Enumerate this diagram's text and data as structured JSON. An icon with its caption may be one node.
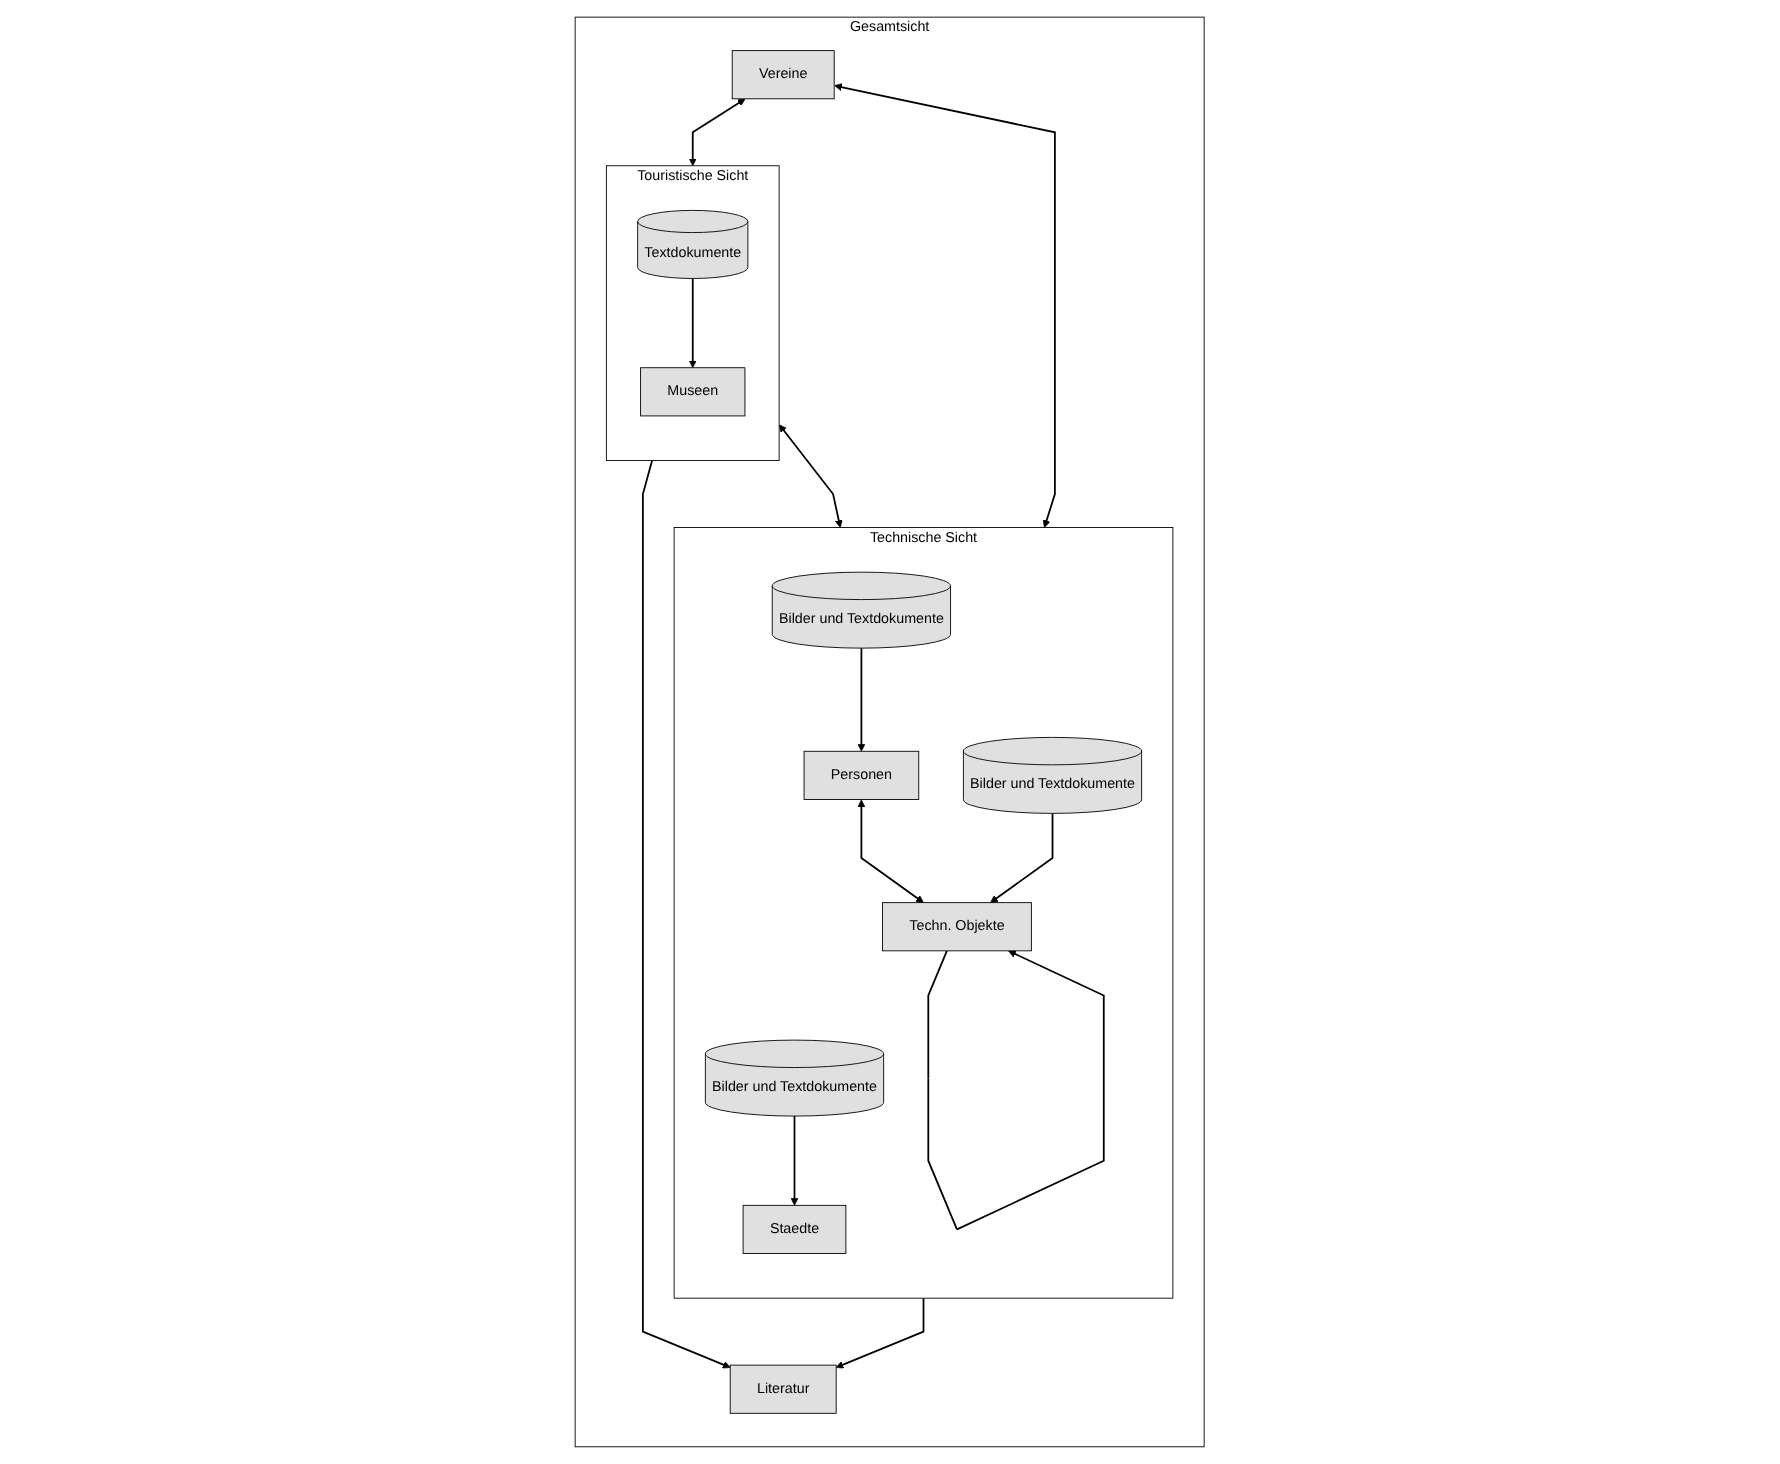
{
  "diagram": {
    "nodes": [
      {
        "text": [
          "Gesamtsicht"
        ]
      },
      {
        "text": [
          "Touristische Sicht"
        ],
        "in": 0
      },
      {
        "text": [
          "Museen"
        ],
        "in": 1
      },
      {
        "text": [
          "Textdokumente"
        ],
        "in": 1
      },
      {
        "text": [
          "Vereine"
        ],
        "in": 0
      },
      {
        "text": [
          "Literatur"
        ],
        "in": 0
      },
      {
        "text": [
          "Technische Sicht"
        ],
        "in": 0
      },
      {
        "text": [
          "Staedte"
        ],
        "in": 6
      },
      {
        "text": [
          "Personen"
        ],
        "in": 6
      },
      {
        "text": [
          "Techn. Objekte"
        ],
        "in": 6
      },
      {
        "text": [
          "Bilder und Textdokumente"
        ],
        "in": 6
      },
      {
        "text": [
          "Bilder und Textdokumente"
        ],
        "in": 6
      },
      {
        "text": [
          "Bilder und Textdokumente"
        ],
        "in": 6
      }
    ],
    "edges": [
      {
        "from": 3,
        "to": 2,
        "arrow": "to"
      },
      {
        "from": 4,
        "to": 1,
        "arrow": "both"
      },
      {
        "from": 1,
        "to": 5,
        "arrow": "to"
      },
      {
        "from": 4,
        "to": 6,
        "arrow": "both"
      },
      {
        "from": 1,
        "to": 6,
        "arrow": "both"
      },
      {
        "from": 6,
        "to": 5,
        "arrow": "to"
      },
      {
        "from": 10,
        "to": 7,
        "arrow": "to"
      },
      {
        "from": 11,
        "to": 8,
        "arrow": "to"
      },
      {
        "from": 8,
        "to": 9,
        "arrow": "both"
      },
      {
        "from": 12,
        "to": 9,
        "arrow": "to"
      },
      {
        "from": 9,
        "to": 9,
        "arrow": "to"
      }
    ]
  }
}
